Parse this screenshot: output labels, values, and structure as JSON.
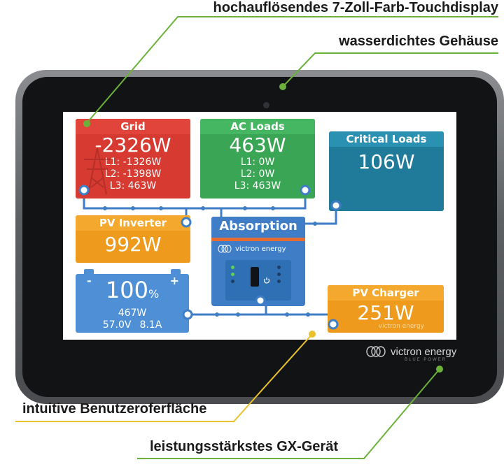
{
  "callouts": {
    "display": "hochauflösendes 7-Zoll-Farb-Touchdisplay",
    "housing": "wasserdichtes Gehäuse",
    "ui": "intuitive Benutzeroferfläche",
    "gx": "leistungsstärkstes GX-Gerät"
  },
  "colors": {
    "callout_line_green": "#6cb23a",
    "callout_line_yellow": "#e9c12a",
    "grid": "#d63a31",
    "ac_loads": "#3aa655",
    "critical_loads": "#1f7b99",
    "pv": "#ee9a1d",
    "battery": "#4f8fd6",
    "inverter": "#3f7ec6"
  },
  "device": {
    "brand": "victron energy",
    "sub": "BLUE POWER"
  },
  "grid": {
    "title": "Grid",
    "power": "-2326W",
    "l1": "L1: -1326W",
    "l2": "L2: -1398W",
    "l3": "L3: 463W",
    "icon": "power-pylon-icon"
  },
  "ac_loads": {
    "title": "AC Loads",
    "power": "463W",
    "l1": "L1: 0W",
    "l2": "L2: 0W",
    "l3": "L3: 463W"
  },
  "critical_loads": {
    "title": "Critical Loads",
    "power": "106W"
  },
  "pv_inverter": {
    "title": "PV Inverter",
    "power": "992W"
  },
  "inverter": {
    "state": "Absorption",
    "brand": "victron energy"
  },
  "battery": {
    "minus": "-",
    "plus": "+",
    "soc": "100",
    "soc_unit": "%",
    "power": "467W",
    "voltage": "57.0V",
    "current": "8.1A"
  },
  "pv_charger": {
    "title": "PV Charger",
    "power": "251W",
    "brand": "victron energy"
  }
}
